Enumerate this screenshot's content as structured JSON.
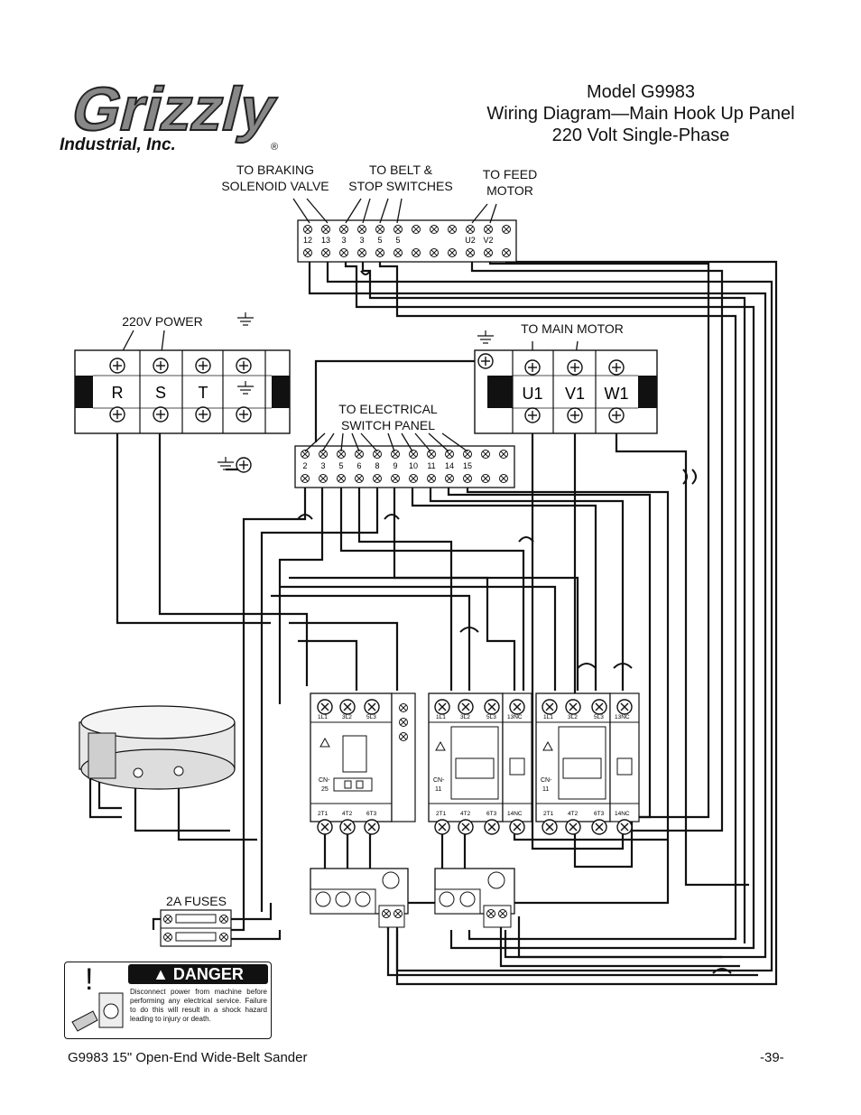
{
  "brand": {
    "logo_text": "Grizzly",
    "logo_sub": "Industrial, Inc.",
    "registered_mark": "®"
  },
  "title": {
    "line1": "Model G9983",
    "line2": "Wiring Diagram—Main Hook Up Panel",
    "line3": "220 Volt Single-Phase"
  },
  "labels": {
    "braking": [
      "TO BRAKING",
      "SOLENOID VALVE"
    ],
    "belt": [
      "TO BELT &",
      "STOP SWITCHES"
    ],
    "feed": [
      "TO FEED",
      "MOTOR"
    ],
    "power": "220V POWER",
    "main_motor": "TO MAIN MOTOR",
    "elec_switch": [
      "TO ELECTRICAL",
      "SWITCH PANEL"
    ],
    "fuses": "2A FUSES"
  },
  "top_terminal": {
    "numbers": [
      "12",
      "13",
      "3",
      "3",
      "5",
      "5",
      "",
      "",
      "",
      "U2",
      "V2",
      ""
    ]
  },
  "power_block": {
    "letters": [
      "R",
      "S",
      "T"
    ]
  },
  "motor_block": {
    "letters": [
      "U1",
      "V1",
      "W1"
    ]
  },
  "switch_terminal": {
    "numbers": [
      "2",
      "3",
      "5",
      "6",
      "8",
      "9",
      "10",
      "11",
      "14",
      "15",
      "",
      ""
    ]
  },
  "contactors": [
    {
      "model": "CN-25",
      "model_a": "CN-",
      "model_b": "25",
      "top": [
        "1L1",
        "3L2",
        "5L3"
      ],
      "bottom": [
        "2T1",
        "4T2",
        "6T3"
      ]
    },
    {
      "model": "CN-11",
      "model_a": "CN-",
      "model_b": "11",
      "top": [
        "1L1",
        "3L2",
        "5L3",
        "13NC"
      ],
      "bottom": [
        "2T1",
        "4T2",
        "6T3",
        "14NC"
      ]
    },
    {
      "model": "CN-11",
      "model_a": "CN-",
      "model_b": "11",
      "top": [
        "1L1",
        "3L2",
        "5L3",
        "13NC"
      ],
      "bottom": [
        "2T1",
        "4T2",
        "6T3",
        "14NC"
      ]
    }
  ],
  "danger": {
    "symbol": "!",
    "heading": "DANGER",
    "text": "Disconnect power from machine before performing any electrical service. Failure to do this will result in a shock hazard leading to injury or death."
  },
  "footer": {
    "left": "G9983 15\" Open-End Wide-Belt Sander",
    "right": "-39-"
  }
}
